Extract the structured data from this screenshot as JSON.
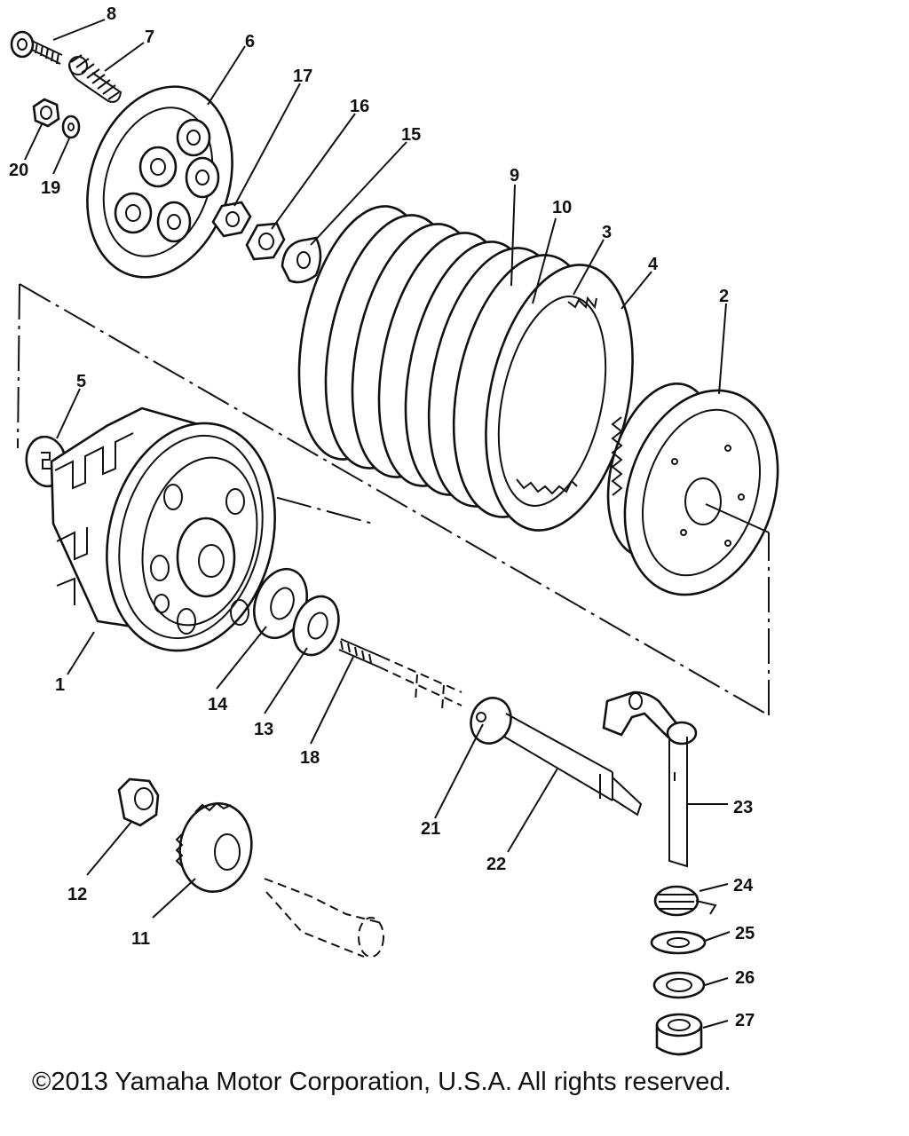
{
  "callouts": [
    {
      "id": "8",
      "text": "8"
    },
    {
      "id": "7",
      "text": "7"
    },
    {
      "id": "6",
      "text": "6"
    },
    {
      "id": "17",
      "text": "17"
    },
    {
      "id": "16",
      "text": "16"
    },
    {
      "id": "15",
      "text": "15"
    },
    {
      "id": "20",
      "text": "20"
    },
    {
      "id": "19",
      "text": "19"
    },
    {
      "id": "9",
      "text": "9"
    },
    {
      "id": "10",
      "text": "10"
    },
    {
      "id": "3",
      "text": "3"
    },
    {
      "id": "4",
      "text": "4"
    },
    {
      "id": "2",
      "text": "2"
    },
    {
      "id": "5",
      "text": "5"
    },
    {
      "id": "1",
      "text": "1"
    },
    {
      "id": "14",
      "text": "14"
    },
    {
      "id": "13",
      "text": "13"
    },
    {
      "id": "18",
      "text": "18"
    },
    {
      "id": "21",
      "text": "21"
    },
    {
      "id": "22",
      "text": "22"
    },
    {
      "id": "23",
      "text": "23"
    },
    {
      "id": "24",
      "text": "24"
    },
    {
      "id": "25",
      "text": "25"
    },
    {
      "id": "26",
      "text": "26"
    },
    {
      "id": "27",
      "text": "27"
    },
    {
      "id": "12",
      "text": "12"
    },
    {
      "id": "11",
      "text": "11"
    }
  ],
  "copyright": "©2013 Yamaha Motor Corporation, U.S.A. All rights reserved."
}
